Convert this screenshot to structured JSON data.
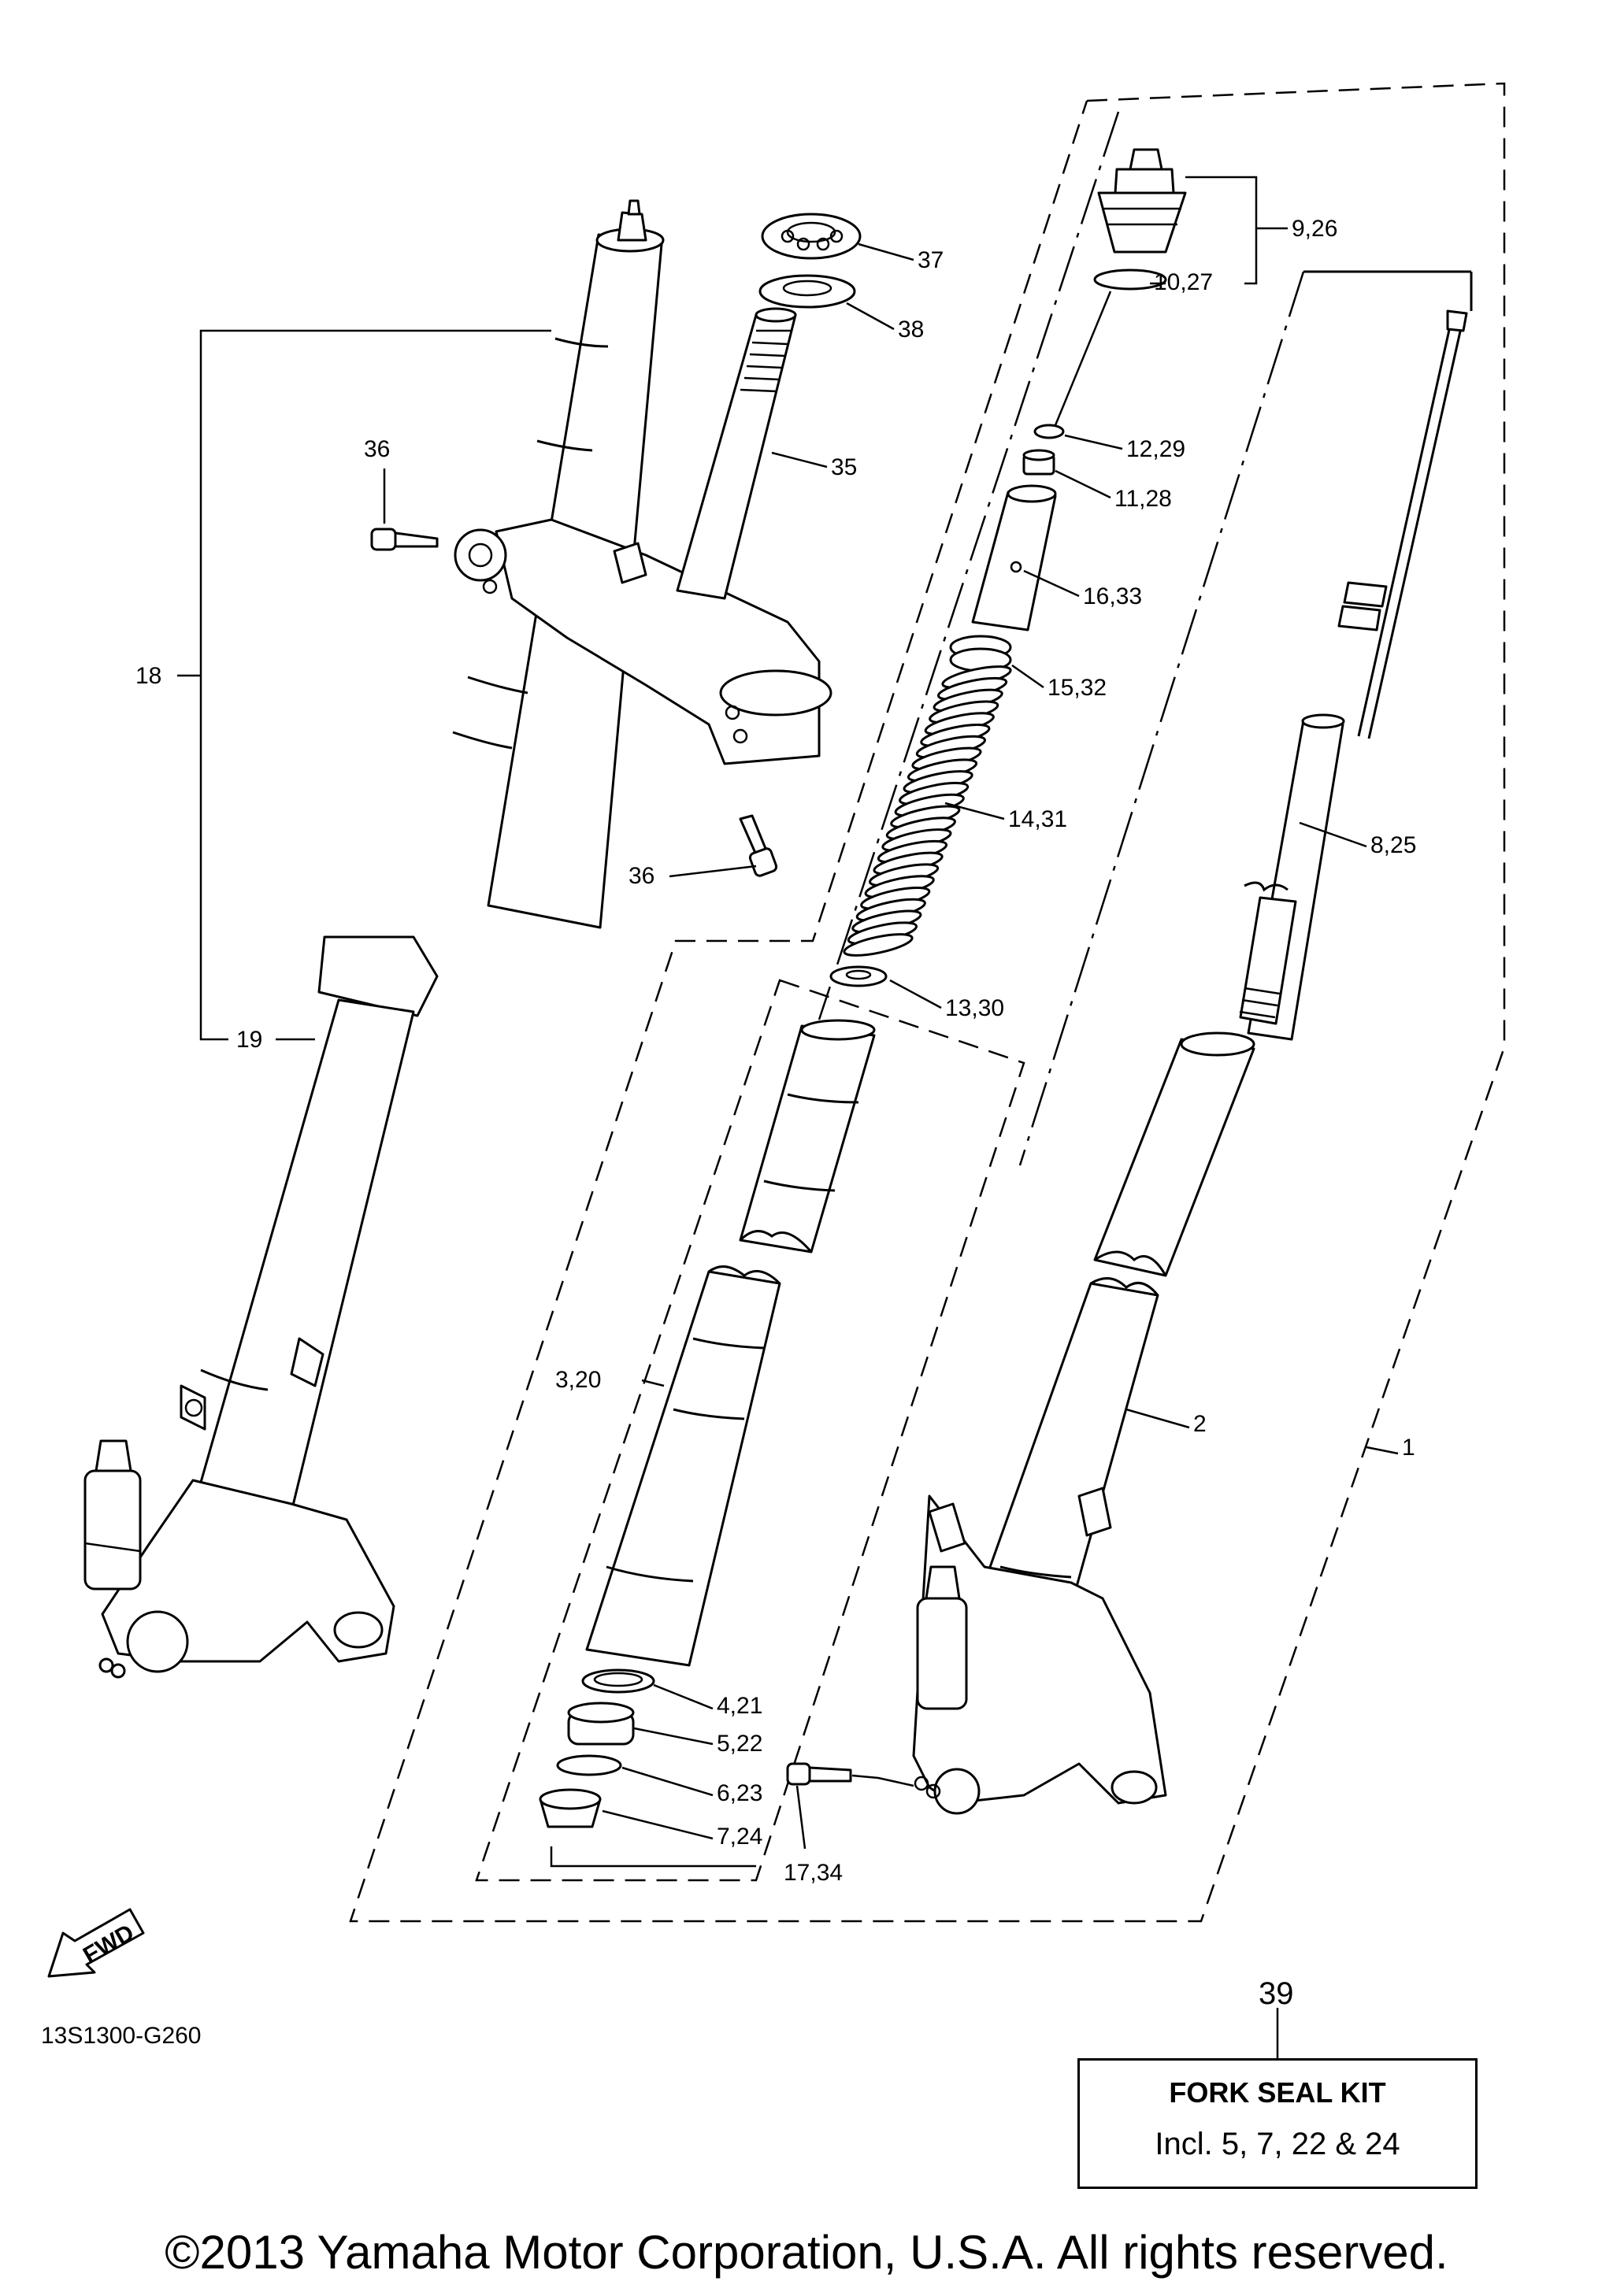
{
  "diagram_code": "13S1300-G260",
  "fwd_label": "FWD",
  "callouts": [
    {
      "id": "c1",
      "text": "1"
    },
    {
      "id": "c2",
      "text": "2"
    },
    {
      "id": "c3",
      "text": "3,20"
    },
    {
      "id": "c4",
      "text": "4,21"
    },
    {
      "id": "c5",
      "text": "5,22"
    },
    {
      "id": "c6",
      "text": "6,23"
    },
    {
      "id": "c7",
      "text": "7,24"
    },
    {
      "id": "c8",
      "text": "8,25"
    },
    {
      "id": "c9",
      "text": "9,26"
    },
    {
      "id": "c10",
      "text": "10,27"
    },
    {
      "id": "c11",
      "text": "11,28"
    },
    {
      "id": "c12",
      "text": "12,29"
    },
    {
      "id": "c13",
      "text": "13,30"
    },
    {
      "id": "c14",
      "text": "14,31"
    },
    {
      "id": "c15",
      "text": "15,32"
    },
    {
      "id": "c16",
      "text": "16,33"
    },
    {
      "id": "c17",
      "text": "17,34"
    },
    {
      "id": "c18",
      "text": "18"
    },
    {
      "id": "c19",
      "text": "19"
    },
    {
      "id": "c35",
      "text": "35"
    },
    {
      "id": "c36a",
      "text": "36"
    },
    {
      "id": "c36b",
      "text": "36"
    },
    {
      "id": "c37",
      "text": "37"
    },
    {
      "id": "c38",
      "text": "38"
    },
    {
      "id": "c39",
      "text": "39"
    }
  ],
  "kit": {
    "title": "FORK SEAL KIT",
    "description": "Incl. 5, 7, 22 & 24"
  },
  "copyright": "©2013 Yamaha Motor Corporation, U.S.A. All rights reserved."
}
